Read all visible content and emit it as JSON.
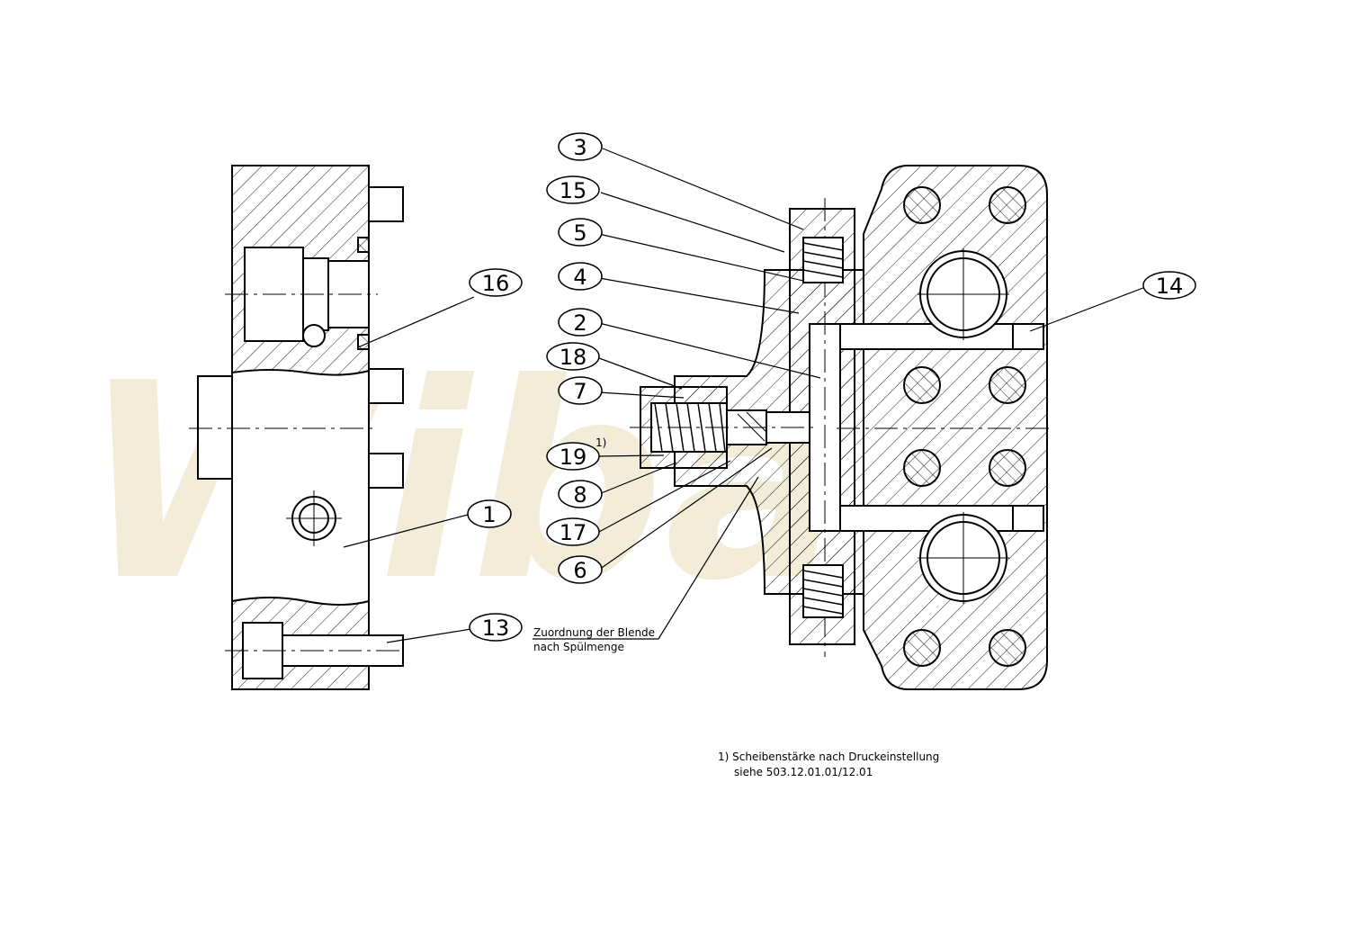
{
  "watermark": "Wiba",
  "callouts": [
    {
      "id": "c3",
      "label": "3"
    },
    {
      "id": "c15",
      "label": "15"
    },
    {
      "id": "c5",
      "label": "5"
    },
    {
      "id": "c4",
      "label": "4"
    },
    {
      "id": "c2",
      "label": "2"
    },
    {
      "id": "c18",
      "label": "18"
    },
    {
      "id": "c7",
      "label": "7"
    },
    {
      "id": "c19",
      "label": "19"
    },
    {
      "id": "c8",
      "label": "8"
    },
    {
      "id": "c17",
      "label": "17"
    },
    {
      "id": "c6",
      "label": "6"
    },
    {
      "id": "c16",
      "label": "16"
    },
    {
      "id": "c1",
      "label": "1"
    },
    {
      "id": "c13",
      "label": "13"
    },
    {
      "id": "c14",
      "label": "14"
    }
  ],
  "footnote_marker": "1)",
  "annotation": {
    "line1": "Zuordnung der Blende",
    "line2": "nach Spülmenge"
  },
  "footnote": {
    "line1": "1)  Scheibenstärke nach Druckeinstellung",
    "line2": "siehe  503.12.01.01/12.01"
  },
  "colors": {
    "line": "#000000",
    "watermark": "#f3ecd8"
  }
}
